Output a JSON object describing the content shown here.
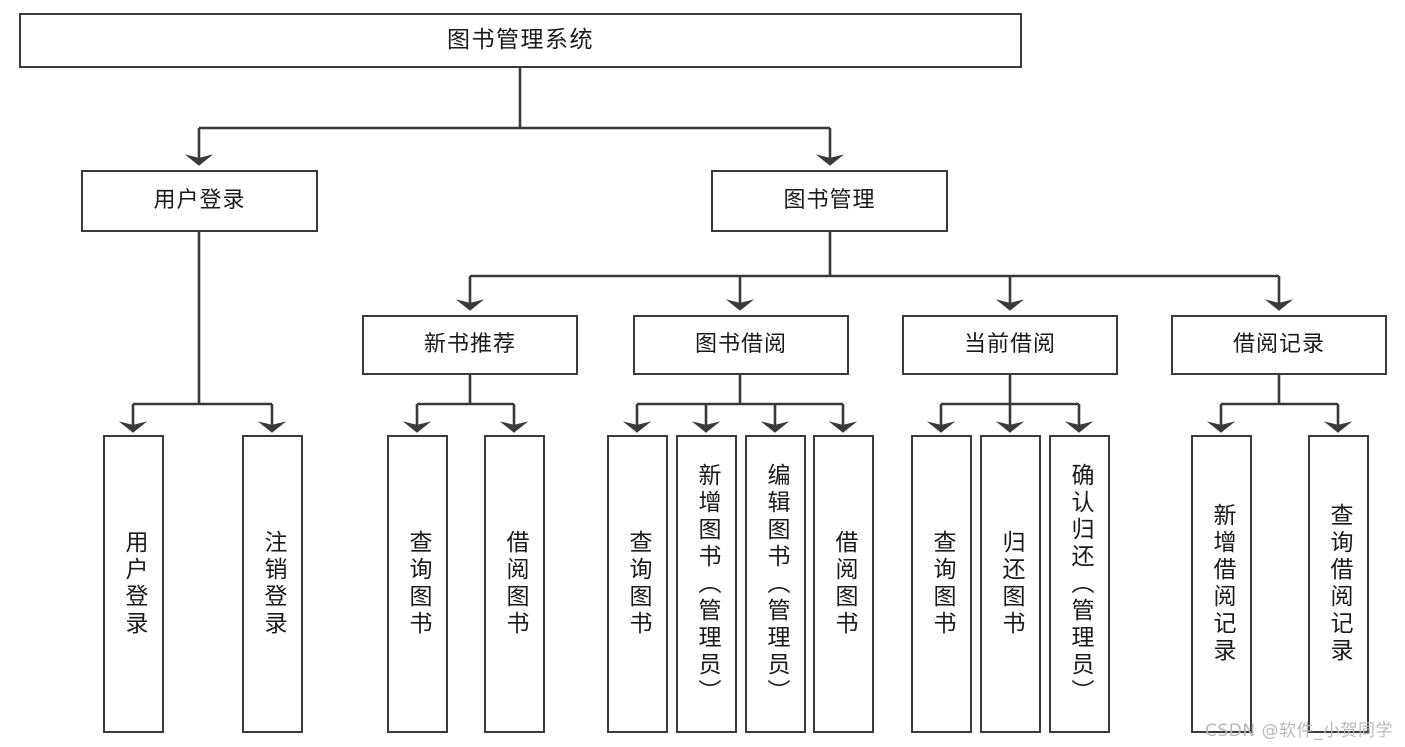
{
  "diagram": {
    "title_node": {
      "label": "图书管理系统"
    },
    "level2": [
      {
        "label": "用户登录"
      },
      {
        "label": "图书管理"
      }
    ],
    "level3": [
      {
        "label": "新书推荐"
      },
      {
        "label": "图书借阅"
      },
      {
        "label": "当前借阅"
      },
      {
        "label": "借阅记录"
      }
    ],
    "leaves": {
      "user_login": [
        {
          "label": "用户登录"
        },
        {
          "label": "注销登录"
        }
      ],
      "new_book_rec": [
        {
          "label": "查询图书"
        },
        {
          "label": "借阅图书"
        }
      ],
      "book_borrow": [
        {
          "label": "查询图书"
        },
        {
          "label": "新增图书（管理员）"
        },
        {
          "label": "编辑图书（管理员）"
        },
        {
          "label": "借阅图书"
        }
      ],
      "current_borrow": [
        {
          "label": "查询图书"
        },
        {
          "label": "归还图书"
        },
        {
          "label": "确认归还（管理员）"
        }
      ],
      "borrow_record": [
        {
          "label": "新增借阅记录"
        },
        {
          "label": "查询借阅记录"
        }
      ]
    }
  },
  "watermark": {
    "text": "CSDN @软件_小贺同学"
  },
  "colors": {
    "border": "#3a3a3a",
    "text": "#1a1a1a",
    "background": "#ffffff",
    "watermark": "#b9b9b9"
  }
}
